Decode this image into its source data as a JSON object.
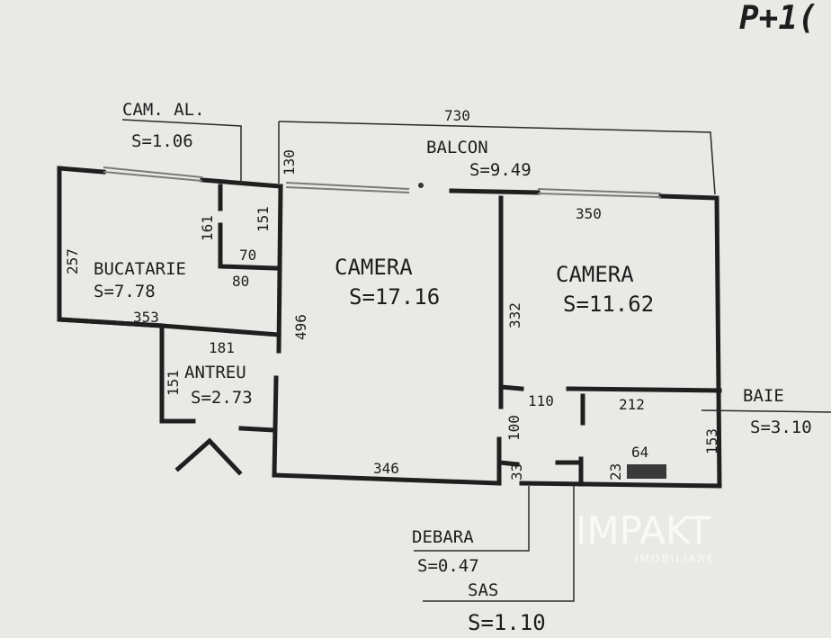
{
  "corner_note": "P+1(",
  "rooms": {
    "cam_al": {
      "name": "CAM. AL.",
      "area": "S=1.06"
    },
    "balcon": {
      "name": "BALCON",
      "area": "S=9.49"
    },
    "bucatarie": {
      "name": "BUCATARIE",
      "area": "S=7.78"
    },
    "camera1": {
      "name": "CAMERA",
      "area": "S=17.16"
    },
    "camera2": {
      "name": "CAMERA",
      "area": "S=11.62"
    },
    "antreu": {
      "name": "ANTREU",
      "area": "S=2.73"
    },
    "baie": {
      "name": "BAIE",
      "area": "S=3.10"
    },
    "debara": {
      "name": "DEBARA",
      "area": "S=0.47"
    },
    "sas": {
      "name": "SAS",
      "area": "S=1.10"
    }
  },
  "dimensions": {
    "d730": "730",
    "d130": "130",
    "d151a": "151",
    "d161": "161",
    "d70": "70",
    "d80": "80",
    "d257": "257",
    "d353": "353",
    "d350": "350",
    "d332": "332",
    "d496": "496",
    "d181": "181",
    "d151b": "151",
    "d346": "346",
    "d100": "100",
    "d110": "110",
    "d212": "212",
    "d153": "153",
    "d64": "64",
    "d23": "23",
    "d33": "33"
  },
  "watermark": {
    "brand": "IMPAKT",
    "sub": "IMOBILIARE"
  }
}
